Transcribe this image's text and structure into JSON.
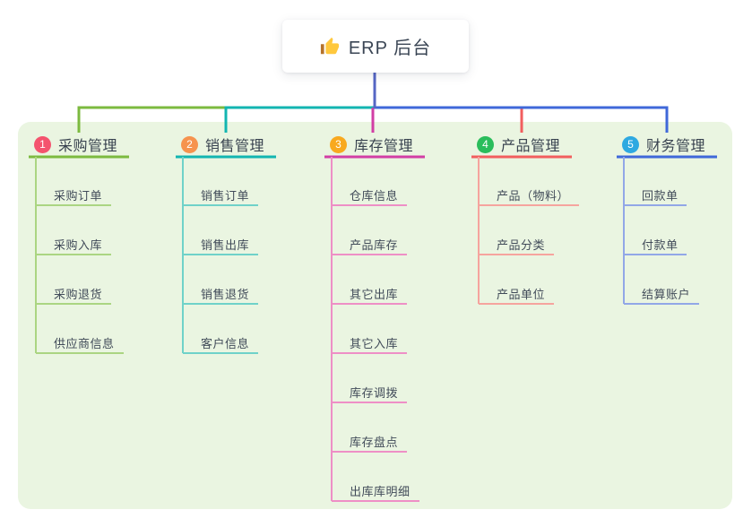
{
  "root": {
    "label": "ERP 后台",
    "icon": "thumbs-up-icon",
    "icon_color": "#FFC83D"
  },
  "connector_color": "#5566C4",
  "panel_bg": "#EAF5E1",
  "branches": [
    {
      "key": "purchase",
      "badge": "1",
      "label": "采购管理",
      "badge_color": "#F4536E",
      "color": "#7CBA3F",
      "child_color": "#ABD582",
      "children": [
        "采购订单",
        "采购入库",
        "采购退货",
        "供应商信息"
      ]
    },
    {
      "key": "sales",
      "badge": "2",
      "label": "销售管理",
      "badge_color": "#F6934E",
      "color": "#12B5B1",
      "child_color": "#6FD2C9",
      "children": [
        "销售订单",
        "销售出库",
        "销售退货",
        "客户信息"
      ]
    },
    {
      "key": "inventory",
      "badge": "3",
      "label": "库存管理",
      "badge_color": "#F8A91F",
      "color": "#D23EA5",
      "child_color": "#EE8FC6",
      "children": [
        "仓库信息",
        "产品库存",
        "其它出库",
        "其它入库",
        "库存调拨",
        "库存盘点",
        "出库库明细"
      ]
    },
    {
      "key": "product",
      "badge": "4",
      "label": "产品管理",
      "badge_color": "#2ABD5B",
      "color": "#F25E5E",
      "child_color": "#F6A49E",
      "children": [
        "产品（物料）",
        "产品分类",
        "产品单位"
      ]
    },
    {
      "key": "finance",
      "badge": "5",
      "label": "财务管理",
      "badge_color": "#2EA9E1",
      "color": "#3F68D9",
      "child_color": "#92A7E7",
      "children": [
        "回款单",
        "付款单",
        "结算账户"
      ]
    }
  ]
}
